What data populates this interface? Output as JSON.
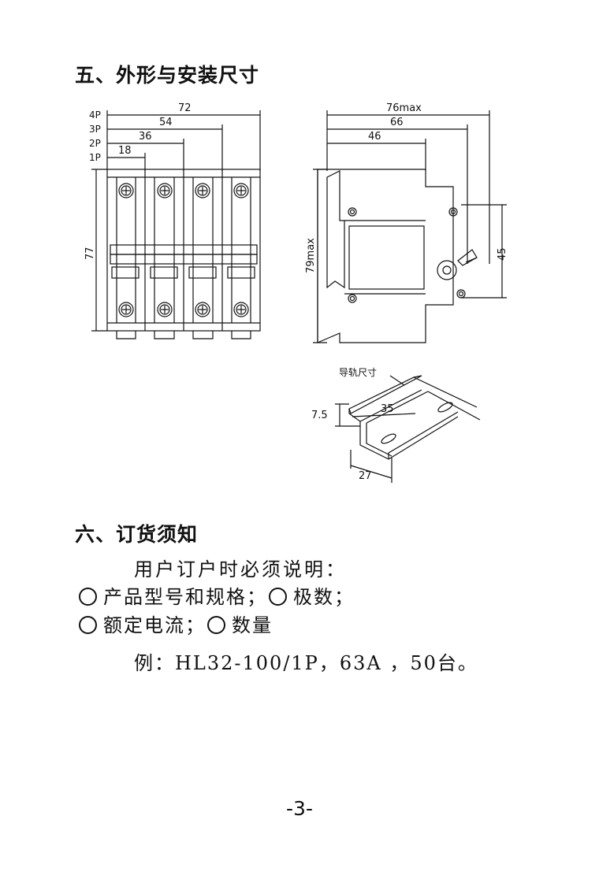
{
  "section5": {
    "title": "五、外形与安装尺寸"
  },
  "front_view": {
    "poles": [
      "4P",
      "3P",
      "2P",
      "1P"
    ],
    "widths": [
      "72",
      "54",
      "36",
      "18"
    ],
    "height": "77"
  },
  "side_view": {
    "depths": [
      "76max",
      "66",
      "46"
    ],
    "height": "79max",
    "rail_pitch": "45"
  },
  "rail": {
    "label": "导轨尺寸",
    "width_top": "35",
    "height": "7.5",
    "width_bottom": "27"
  },
  "section6": {
    "title": "六、订货须知",
    "intro": "用户订户时必须说明：",
    "line1_a": "产品型号和规格；",
    "line1_b": "极数；",
    "line2_a": "额定电流；",
    "line2_b": "数量",
    "example": "例：HL32-100/1P，63A ，50台。"
  },
  "page_number": "-3-"
}
